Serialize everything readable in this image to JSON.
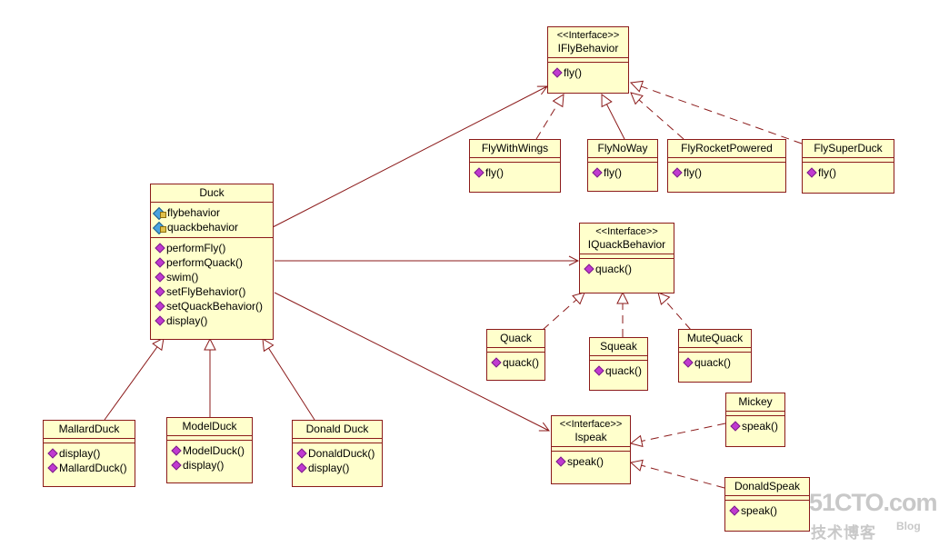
{
  "classes": {
    "iflybehavior": {
      "stereotype": "<<Interface>>",
      "name": "IFlyBehavior",
      "ops": [
        "fly()"
      ]
    },
    "flywithwings": {
      "name": "FlyWithWings",
      "ops": [
        "fly()"
      ]
    },
    "flynoway": {
      "name": "FlyNoWay",
      "ops": [
        "fly()"
      ]
    },
    "flyrocketpowered": {
      "name": "FlyRocketPowered",
      "ops": [
        "fly()"
      ]
    },
    "flysuperduck": {
      "name": "FlySuperDuck",
      "ops": [
        "fly()"
      ]
    },
    "duck": {
      "name": "Duck",
      "attrs": [
        "flybehavior",
        "quackbehavior"
      ],
      "ops": [
        "performFly()",
        "performQuack()",
        "swim()",
        "setFlyBehavior()",
        "setQuackBehavior()",
        "display()"
      ]
    },
    "iquackbehavior": {
      "stereotype": "<<Interface>>",
      "name": "IQuackBehavior",
      "ops": [
        "quack()"
      ]
    },
    "quack": {
      "name": "Quack",
      "ops": [
        "quack()"
      ]
    },
    "squeak": {
      "name": "Squeak",
      "ops": [
        "quack()"
      ]
    },
    "mutequack": {
      "name": "MuteQuack",
      "ops": [
        "quack()"
      ]
    },
    "mallardduck": {
      "name": "MallardDuck",
      "ops": [
        "display()",
        "MallardDuck()"
      ]
    },
    "modelduck": {
      "name": "ModelDuck",
      "ops": [
        "ModelDuck()",
        "display()"
      ]
    },
    "donaldduck": {
      "name": "Donald Duck",
      "ops": [
        "DonaldDuck()",
        "display()"
      ]
    },
    "ispeak": {
      "stereotype": "<<Interface>>",
      "name": "Ispeak",
      "ops": [
        "speak()"
      ]
    },
    "mickey": {
      "name": "Mickey",
      "ops": [
        "speak()"
      ]
    },
    "donaldspeak": {
      "name": "DonaldSpeak",
      "ops": [
        "speak()"
      ]
    }
  },
  "watermark": {
    "main": "51CTO.com",
    "sub": "技术博客",
    "blog": "Blog"
  },
  "colors": {
    "line": "#8b1a1a",
    "fill": "#ffffcc",
    "op_icon": "#c03ad0"
  }
}
